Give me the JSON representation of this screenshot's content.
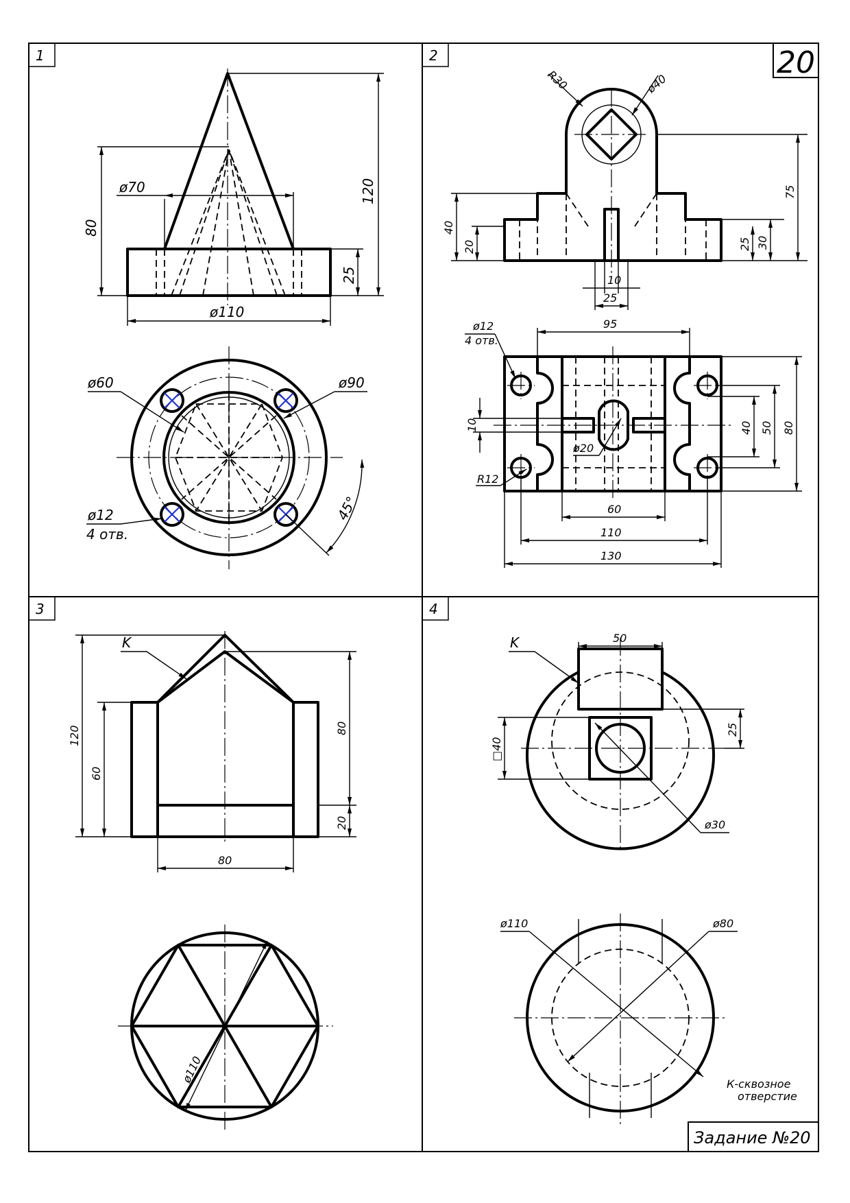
{
  "sheet": {
    "variant": "20",
    "title": "Задание №20",
    "note_line1": "К-сквозное",
    "note_line2": "отверстие"
  },
  "panel1": {
    "number": "1",
    "dims": {
      "d70": "ø70",
      "h80": "80",
      "h120": "120",
      "h25": "25",
      "d110": "ø110",
      "d60": "ø60",
      "d90": "ø90",
      "d12": "ø12",
      "holes": "4 отв.",
      "angle": "45°"
    }
  },
  "panel2": {
    "number": "2",
    "dims": {
      "r30": "R30",
      "d40": "ø40",
      "h75": "75",
      "h40": "40",
      "h20": "20",
      "h25": "25",
      "h30": "30",
      "w10": "10",
      "w25": "25",
      "w95": "95",
      "d12": "ø12",
      "holes": "4 отв.",
      "v10": "10",
      "d20": "ø20",
      "r12": "R12",
      "h40b": "40",
      "h50": "50",
      "h80": "80",
      "w60": "60",
      "w110": "110",
      "w130": "130"
    }
  },
  "panel3": {
    "number": "3",
    "dims": {
      "k": "K",
      "h120": "120",
      "h60": "60",
      "h80": "80",
      "h20": "20",
      "w80": "80",
      "d110": "ø110"
    }
  },
  "panel4": {
    "number": "4",
    "dims": {
      "k": "K",
      "w50": "50",
      "sq40": "□40",
      "h25": "25",
      "d30": "ø30",
      "d110": "ø110",
      "d80": "ø80"
    }
  }
}
